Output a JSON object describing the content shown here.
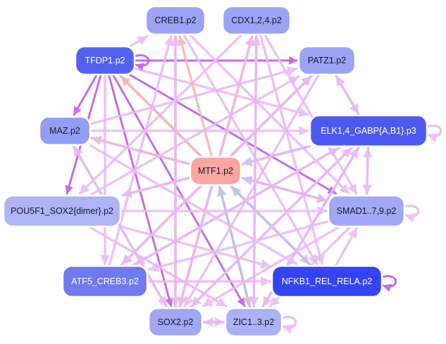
{
  "colors": {
    "edge_pink": "#e9b8f5",
    "edge_magenta": "#c15de8",
    "edge_salmon": "#f8b3ad",
    "edge_lightblue": "#b5c2f0"
  },
  "nodes": [
    {
      "id": "creb1",
      "label": "CREB1.p2",
      "fill": "#9aa3f4",
      "text": "#1a1a2e"
    },
    {
      "id": "cdx",
      "label": "CDX1,2,4.p2",
      "fill": "#9aa3f4",
      "text": "#1a1a2e"
    },
    {
      "id": "tfdp1",
      "label": "TFDP1.p2",
      "fill": "#5361ef",
      "text": "#ffffff"
    },
    {
      "id": "patz1",
      "label": "PATZ1.p2",
      "fill": "#9aa3f4",
      "text": "#1a1a2e"
    },
    {
      "id": "maz",
      "label": "MAZ.p2",
      "fill": "#949df4",
      "text": "#1a1a2e"
    },
    {
      "id": "elk",
      "label": "ELK1,4_GABP{A,B1}.p3",
      "fill": "#4d5af0",
      "text": "#ffffff"
    },
    {
      "id": "mtf1",
      "label": "MTF1.p2",
      "fill": "#faa6a3",
      "text": "#1a1a2e"
    },
    {
      "id": "pou5f1",
      "label": "POU5F1_SOX2{dimer}.p2",
      "fill": "#aeb4f6",
      "text": "#1a1a2e"
    },
    {
      "id": "smad",
      "label": "SMAD1..7,9.p2",
      "fill": "#a1a8f5",
      "text": "#1a1a2e"
    },
    {
      "id": "atf5",
      "label": "ATF5_CREB3.p2",
      "fill": "#6f7af1",
      "text": "#ffffff"
    },
    {
      "id": "nfkb1",
      "label": "NFKB1_REL_RELA.p2",
      "fill": "#3444f2",
      "text": "#ffffff"
    },
    {
      "id": "sox2",
      "label": "SOX2.p2",
      "fill": "#a0a7f5",
      "text": "#1a1a2e"
    },
    {
      "id": "zic",
      "label": "ZIC1..3.p2",
      "fill": "#aab1f6",
      "text": "#1a1a2e"
    }
  ],
  "edges": [
    {
      "from": "tfdp1",
      "to": "creb1",
      "color": "pink"
    },
    {
      "from": "tfdp1",
      "to": "patz1",
      "color": "magenta"
    },
    {
      "from": "tfdp1",
      "to": "maz",
      "color": "magenta"
    },
    {
      "from": "tfdp1",
      "to": "elk",
      "color": "pink"
    },
    {
      "from": "tfdp1",
      "to": "smad",
      "color": "magenta"
    },
    {
      "from": "tfdp1",
      "to": "pou5f1",
      "color": "magenta"
    },
    {
      "from": "tfdp1",
      "to": "atf5",
      "color": "pink"
    },
    {
      "from": "tfdp1",
      "to": "sox2",
      "color": "magenta"
    },
    {
      "from": "tfdp1",
      "to": "zic",
      "color": "magenta"
    },
    {
      "from": "tfdp1",
      "to": "nfkb1",
      "color": "pink"
    },
    {
      "from": "tfdp1",
      "to": "tfdp1",
      "color": "magenta",
      "self": true
    },
    {
      "from": "creb1",
      "to": "sox2",
      "color": "pink"
    },
    {
      "from": "creb1",
      "to": "smad",
      "color": "pink"
    },
    {
      "from": "creb1",
      "to": "nfkb1",
      "color": "pink"
    },
    {
      "from": "cdx",
      "to": "zic",
      "color": "pink"
    },
    {
      "from": "cdx",
      "to": "nfkb1",
      "color": "pink"
    },
    {
      "from": "cdx",
      "to": "smad",
      "color": "pink"
    },
    {
      "from": "cdx",
      "to": "pou5f1",
      "color": "pink"
    },
    {
      "from": "mtf1",
      "to": "creb1",
      "color": "salmon"
    },
    {
      "from": "mtf1",
      "to": "cdx",
      "color": "salmon"
    },
    {
      "from": "mtf1",
      "to": "tfdp1",
      "color": "salmon"
    },
    {
      "from": "mtf1",
      "to": "patz1",
      "color": "salmon"
    },
    {
      "from": "mtf1",
      "to": "maz",
      "color": "salmon"
    },
    {
      "from": "mtf1",
      "to": "smad",
      "color": "salmon"
    },
    {
      "from": "mtf1",
      "to": "sox2",
      "color": "salmon"
    },
    {
      "from": "mtf1",
      "to": "pou5f1",
      "color": "salmon"
    },
    {
      "from": "mtf1",
      "to": "atf5",
      "color": "salmon"
    },
    {
      "from": "mtf1",
      "to": "zic",
      "color": "salmon"
    },
    {
      "from": "elk",
      "to": "mtf1",
      "color": "lightblue"
    },
    {
      "from": "smad",
      "to": "mtf1",
      "color": "lightblue"
    },
    {
      "from": "nfkb1",
      "to": "mtf1",
      "color": "lightblue"
    },
    {
      "from": "zic",
      "to": "mtf1",
      "color": "lightblue"
    },
    {
      "from": "maz",
      "to": "patz1",
      "color": "pink"
    },
    {
      "from": "maz",
      "to": "elk",
      "color": "pink"
    },
    {
      "from": "maz",
      "to": "smad",
      "color": "pink"
    },
    {
      "from": "maz",
      "to": "sox2",
      "color": "pink"
    },
    {
      "from": "maz",
      "to": "nfkb1",
      "color": "pink"
    },
    {
      "from": "patz1",
      "to": "elk",
      "color": "pink"
    },
    {
      "from": "patz1",
      "to": "sox2",
      "color": "pink"
    },
    {
      "from": "patz1",
      "to": "atf5",
      "color": "pink"
    },
    {
      "from": "elk",
      "to": "patz1",
      "color": "pink"
    },
    {
      "from": "elk",
      "to": "smad",
      "color": "pink"
    },
    {
      "from": "elk",
      "to": "pou5f1",
      "color": "pink"
    },
    {
      "from": "elk",
      "to": "sox2",
      "color": "pink"
    },
    {
      "from": "elk",
      "to": "zic",
      "color": "pink"
    },
    {
      "from": "elk",
      "to": "atf5",
      "color": "pink"
    },
    {
      "from": "elk",
      "to": "elk",
      "color": "pink",
      "self": true
    },
    {
      "from": "smad",
      "to": "elk",
      "color": "pink"
    },
    {
      "from": "smad",
      "to": "sox2",
      "color": "pink"
    },
    {
      "from": "smad",
      "to": "atf5",
      "color": "pink"
    },
    {
      "from": "smad",
      "to": "zic",
      "color": "pink"
    },
    {
      "from": "smad",
      "to": "smad",
      "color": "pink",
      "self": true
    },
    {
      "from": "pou5f1",
      "to": "smad",
      "color": "pink"
    },
    {
      "from": "pou5f1",
      "to": "nfkb1",
      "color": "pink"
    },
    {
      "from": "pou5f1",
      "to": "zic",
      "color": "pink"
    },
    {
      "from": "pou5f1",
      "to": "patz1",
      "color": "pink"
    },
    {
      "from": "atf5",
      "to": "nfkb1",
      "color": "pink"
    },
    {
      "from": "atf5",
      "to": "elk",
      "color": "pink"
    },
    {
      "from": "atf5",
      "to": "patz1",
      "color": "pink"
    },
    {
      "from": "atf5",
      "to": "creb1",
      "color": "pink"
    },
    {
      "from": "nfkb1",
      "to": "smad",
      "color": "pink"
    },
    {
      "from": "nfkb1",
      "to": "nfkb1",
      "color": "magenta",
      "self": true
    },
    {
      "from": "sox2",
      "to": "creb1",
      "color": "pink"
    },
    {
      "from": "sox2",
      "to": "cdx",
      "color": "pink"
    },
    {
      "from": "sox2",
      "to": "maz",
      "color": "pink"
    },
    {
      "from": "sox2",
      "to": "zic",
      "color": "pink"
    },
    {
      "from": "sox2",
      "to": "elk",
      "color": "pink"
    },
    {
      "from": "zic",
      "to": "sox2",
      "color": "pink"
    },
    {
      "from": "zic",
      "to": "elk",
      "color": "pink"
    },
    {
      "from": "zic",
      "to": "cdx",
      "color": "pink"
    },
    {
      "from": "zic",
      "to": "zic",
      "color": "pink",
      "self": true
    }
  ]
}
